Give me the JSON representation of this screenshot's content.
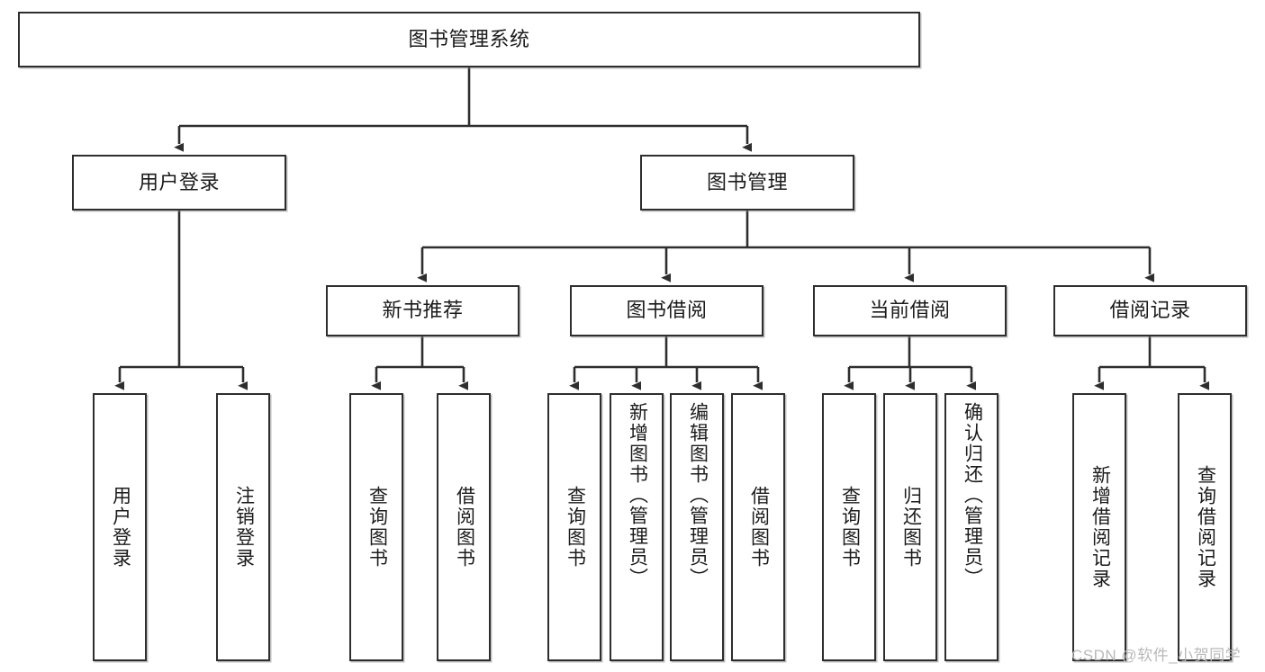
{
  "diagram": {
    "type": "tree-hierarchy",
    "title": "图书管理系统",
    "root": {
      "id": "root",
      "label": "图书管理系统",
      "orientation": "horizontal"
    },
    "level2": [
      {
        "id": "user-login",
        "label": "用户登录",
        "orientation": "horizontal"
      },
      {
        "id": "book-manage",
        "label": "图书管理",
        "orientation": "horizontal"
      }
    ],
    "level3": [
      {
        "id": "new-book-recommend",
        "label": "新书推荐",
        "orientation": "horizontal",
        "parent": "book-manage"
      },
      {
        "id": "book-borrow",
        "label": "图书借阅",
        "orientation": "horizontal",
        "parent": "book-manage"
      },
      {
        "id": "current-borrow",
        "label": "当前借阅",
        "orientation": "horizontal",
        "parent": "book-manage"
      },
      {
        "id": "borrow-record",
        "label": "借阅记录",
        "orientation": "horizontal",
        "parent": "book-manage"
      }
    ],
    "leaves": [
      {
        "id": "leaf-user-login",
        "label": "用户登录",
        "parent": "user-login",
        "orientation": "vertical"
      },
      {
        "id": "leaf-logout",
        "label": "注销登录",
        "parent": "user-login",
        "orientation": "vertical"
      },
      {
        "id": "leaf-query-book-1",
        "label": "查询图书",
        "parent": "new-book-recommend",
        "orientation": "vertical"
      },
      {
        "id": "leaf-borrow-book-1",
        "label": "借阅图书",
        "parent": "new-book-recommend",
        "orientation": "vertical"
      },
      {
        "id": "leaf-query-book-2",
        "label": "查询图书",
        "parent": "book-borrow",
        "orientation": "vertical"
      },
      {
        "id": "leaf-add-book",
        "label": "新增图书（管理员）",
        "parent": "book-borrow",
        "orientation": "vertical"
      },
      {
        "id": "leaf-edit-book",
        "label": "编辑图书（管理员）",
        "parent": "book-borrow",
        "orientation": "vertical"
      },
      {
        "id": "leaf-borrow-book-2",
        "label": "借阅图书",
        "parent": "book-borrow",
        "orientation": "vertical"
      },
      {
        "id": "leaf-query-book-3",
        "label": "查询图书",
        "parent": "current-borrow",
        "orientation": "vertical"
      },
      {
        "id": "leaf-return-book",
        "label": "归还图书",
        "parent": "current-borrow",
        "orientation": "vertical"
      },
      {
        "id": "leaf-confirm-return",
        "label": "确认归还（管理员）",
        "parent": "current-borrow",
        "orientation": "vertical"
      },
      {
        "id": "leaf-add-record",
        "label": "新增借阅记录",
        "parent": "borrow-record",
        "orientation": "vertical"
      },
      {
        "id": "leaf-query-record",
        "label": "查询借阅记录",
        "parent": "borrow-record",
        "orientation": "vertical"
      }
    ],
    "colors": {
      "stroke": "#2e2e2e",
      "fill": "#ffffff",
      "text": "#1b1b1b",
      "watermark": "#b9b9b9"
    }
  },
  "watermark": {
    "text": "CSDN @软件_小贺同学"
  }
}
